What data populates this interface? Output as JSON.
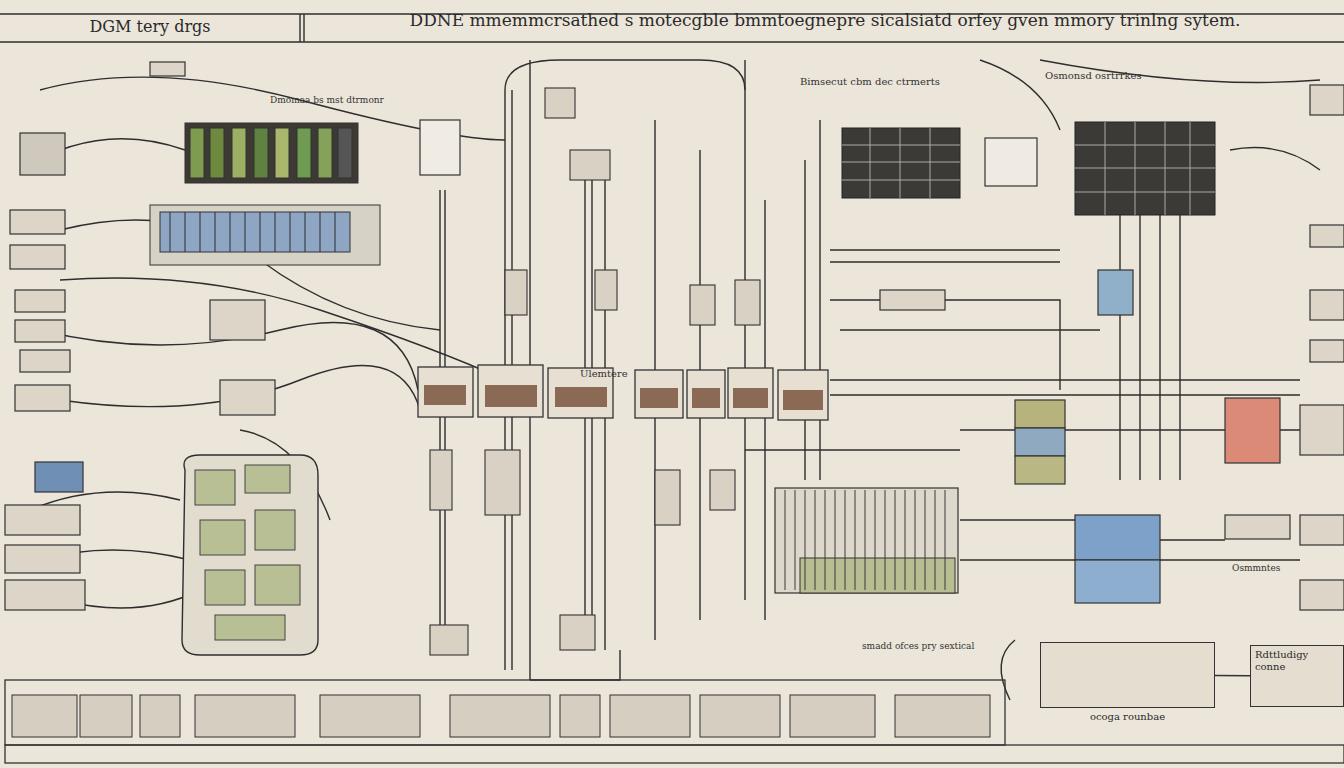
{
  "diagram": {
    "title": "DDNE mmemmcrsathed s motecgble bmmtoegnepre sicalsiatd orfey gven mmory trinlng sytem.",
    "nodes": [
      {
        "text": [
          "DGM tery drgs"
        ]
      },
      {
        "text": [
          "ocoga rounbae"
        ]
      },
      {
        "text": [
          "Rdttludigy conne"
        ]
      }
    ],
    "edges": [
      {
        "from": 1,
        "to": 2,
        "arrow": "none"
      }
    ],
    "labels": [
      "Ulemtere",
      "Osmmntes",
      "smadd ofces pry sextical",
      "Bimsecut cbm dec ctrmerts",
      "Osmonsd osrtrrkes",
      "Dmomaa bs mst dtrmonr"
    ]
  }
}
